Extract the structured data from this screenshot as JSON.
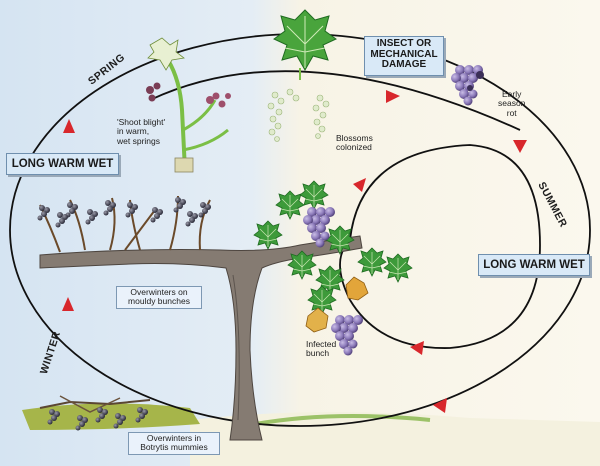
{
  "labels": {
    "long_warm_wet_left": "LONG WARM WET",
    "long_warm_wet_right": "LONG WARM WET",
    "insect_damage_line1": "INSECT OR",
    "insect_damage_line2": "MECHANICAL",
    "insect_damage_line3": "DAMAGE",
    "spring": "SPRING",
    "summer": "SUMMER",
    "winter": "WINTER",
    "shoot_blight_line1": "'Shoot blight'",
    "shoot_blight_line2": "in warm,",
    "shoot_blight_line3": "wet springs",
    "blossoms_line1": "Blossoms",
    "blossoms_line2": "colonized",
    "early_rot_line1": "Early",
    "early_rot_line2": "season",
    "early_rot_line3": "rot",
    "infected_line1": "Infected",
    "infected_line2": "bunch",
    "overwinter_bunches_line1": "Overwinters on",
    "overwinter_bunches_line2": "mouldy bunches",
    "overwinter_mummies_line1": "Overwinters in",
    "overwinter_mummies_line2": "Botrytis mummies"
  },
  "colors": {
    "leaf": "#3d9a3a",
    "leaf_dark": "#1f6b21",
    "grape": "#8a78b8",
    "grape_dark": "#4b3b73",
    "trunk": "#7a7068",
    "arrow": "#d8272c",
    "box_fill": "#d9e9f7",
    "background_left": "#dbe8f4",
    "background_right": "#fbf8ee"
  }
}
